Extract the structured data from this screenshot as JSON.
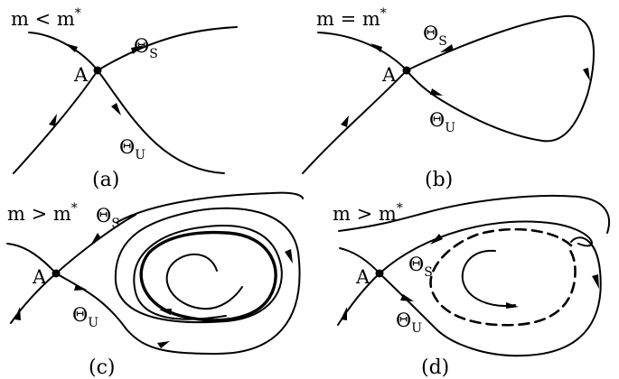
{
  "panels": [
    {
      "id": "a",
      "condition": {
        "prefix": "m < m",
        "sup": "*"
      },
      "point": "A",
      "stable": {
        "base": "Θ",
        "sub": "S"
      },
      "unstable": {
        "base": "Θ",
        "sub": "U"
      },
      "caption": "(a)"
    },
    {
      "id": "b",
      "condition": {
        "prefix": "m = m",
        "sup": "*"
      },
      "point": "A",
      "stable": {
        "base": "Θ",
        "sub": "S"
      },
      "unstable": {
        "base": "Θ",
        "sub": "U"
      },
      "caption": "(b)"
    },
    {
      "id": "c",
      "condition": {
        "prefix": "m > m",
        "sup": "*"
      },
      "point": "A",
      "stable": {
        "base": "Θ",
        "sub": "S"
      },
      "unstable": {
        "base": "Θ",
        "sub": "U"
      },
      "caption": "(c)"
    },
    {
      "id": "d",
      "condition": {
        "prefix": "m > m",
        "sup": "*"
      },
      "point": "A",
      "stable": {
        "base": "Θ",
        "sub": "S"
      },
      "unstable": {
        "base": "Θ",
        "sub": "U"
      },
      "caption": "(d)"
    }
  ]
}
